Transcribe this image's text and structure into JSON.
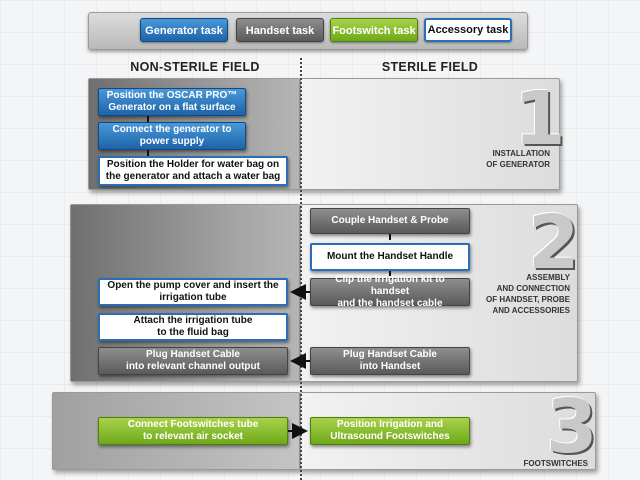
{
  "legend": {
    "generator": "Generator task",
    "handset": "Handset task",
    "footswitch": "Footswitch task",
    "accessory": "Accessory task"
  },
  "fields": {
    "non_sterile": "NON-STERILE FIELD",
    "sterile": "STERILE FIELD"
  },
  "steps": {
    "s1": {
      "number": "1",
      "caption_l1": "INSTALLATION",
      "caption_l2": "OF GENERATOR",
      "tasks": {
        "a1": "Position the OSCAR PRO™",
        "a2": "Generator on a flat surface",
        "b1": "Connect the generator to",
        "b2": "power supply",
        "c1": "Position the Holder for water bag on",
        "c2": "the generator and attach a water bag"
      }
    },
    "s2": {
      "number": "2",
      "caption_l1": "ASSEMBLY",
      "caption_l2": "AND CONNECTION",
      "caption_l3": "OF HANDSET, PROBE",
      "caption_l4": "AND ACCESSORIES",
      "tasks": {
        "couple": "Couple Handset & Probe",
        "mount": "Mount the Handset Handle",
        "clip1": "Clip the Irrigation kit to handset",
        "clip2": "and the handset cable",
        "pump1": "Open the pump cover and insert the",
        "pump2": "irrigation tube",
        "attach1": "Attach the irrigation tube",
        "attach2": "to the fluid bag",
        "plugL1": "Plug Handset Cable",
        "plugL2": "into relevant channel output",
        "plugR1": "Plug Handset Cable",
        "plugR2": "into Handset"
      }
    },
    "s3": {
      "number": "3",
      "caption_l1": "FOOTSWITCHES",
      "tasks": {
        "conn1": "Connect Footswitches tube",
        "conn2": "to relevant air socket",
        "pos1": "Position Irrigation and",
        "pos2": "Ultrasound Footswitches"
      }
    }
  },
  "colors": {
    "generator": "#1d64a8",
    "handset": "#5a5a5a",
    "footswitch": "#6fa81a",
    "accessory_border": "#2a6fb5"
  }
}
